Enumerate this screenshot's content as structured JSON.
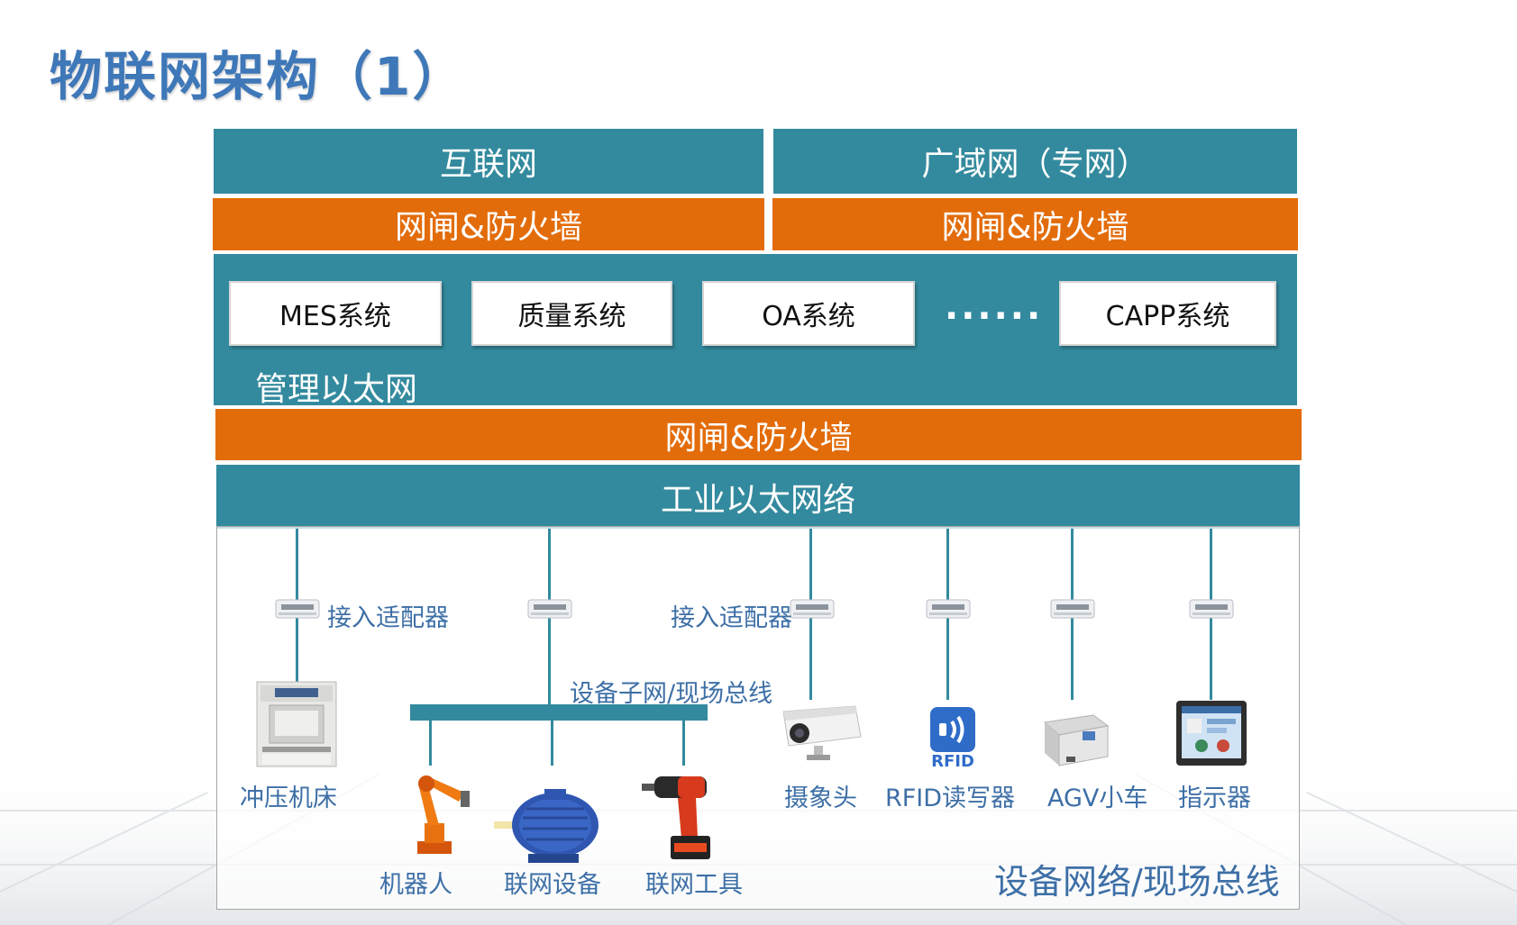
{
  "title": "物联网架构（1）",
  "top_left": {
    "network": "互联网",
    "gateway": "网闸&防火墙"
  },
  "top_right": {
    "network": "广域网（专网）",
    "gateway": "网闸&防火墙"
  },
  "management": {
    "systems": [
      "MES系统",
      "质量系统",
      "OA系统",
      "CAPP系统"
    ],
    "ellipsis": "······",
    "label": "管理以太网"
  },
  "middle_gateway": "网闸&防火墙",
  "industrial_network": "工业以太网络",
  "device_network": {
    "adapter_label_left": "接入适配器",
    "adapter_label_right": "接入适配器",
    "fieldbus_label": "设备子网/现场总线",
    "area_label": "设备网络/现场总线",
    "rfid_logo_text": "RFID",
    "devices": [
      "冲压机床",
      "机器人",
      "联网设备",
      "联网工具",
      "摄象头",
      "RFID读写器",
      "AGV小车",
      "指示器"
    ]
  },
  "colors": {
    "teal": "#338a9e",
    "orange": "#e36c0a",
    "title_blue": "#3f78b8",
    "label_blue": "#3d6fa6"
  }
}
